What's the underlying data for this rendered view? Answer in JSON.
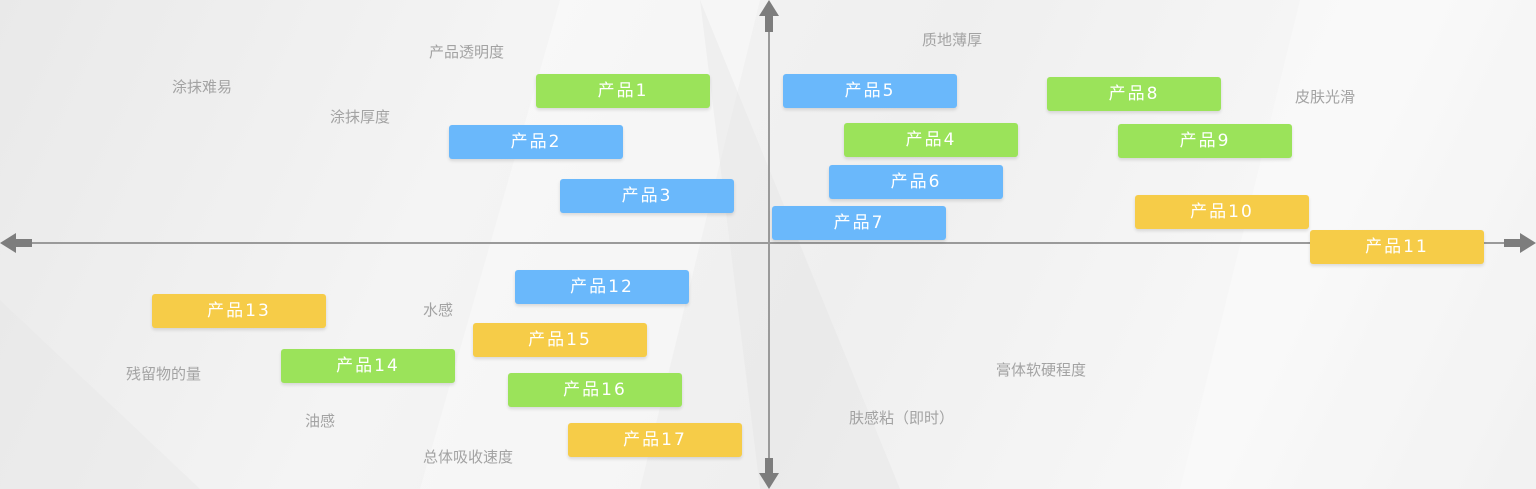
{
  "colors": {
    "green": "#9be35a",
    "blue": "#6ab8fb",
    "yellow": "#f6cc48",
    "axis": "#8a8a8a",
    "label": "#a3a3a3"
  },
  "attributes": {
    "product_transparency": "产品透明度",
    "spread_ease": "涂抹难易",
    "spread_thickness": "涂抹厚度",
    "texture_thickness": "质地薄厚",
    "skin_smoothness": "皮肤光滑",
    "water_feel": "水感",
    "residue_amount": "残留物的量",
    "oily_feel": "油感",
    "absorb_speed": "总体吸收速度",
    "paste_hardness": "膏体软硬程度",
    "skin_stickiness": "肤感粘（即时）"
  },
  "products": [
    {
      "label": "产品1",
      "color": "green"
    },
    {
      "label": "产品2",
      "color": "blue"
    },
    {
      "label": "产品3",
      "color": "blue"
    },
    {
      "label": "产品4",
      "color": "green"
    },
    {
      "label": "产品5",
      "color": "blue"
    },
    {
      "label": "产品6",
      "color": "blue"
    },
    {
      "label": "产品7",
      "color": "blue"
    },
    {
      "label": "产品8",
      "color": "green"
    },
    {
      "label": "产品9",
      "color": "green"
    },
    {
      "label": "产品10",
      "color": "yellow"
    },
    {
      "label": "产品11",
      "color": "yellow"
    },
    {
      "label": "产品12",
      "color": "blue"
    },
    {
      "label": "产品13",
      "color": "yellow"
    },
    {
      "label": "产品14",
      "color": "green"
    },
    {
      "label": "产品15",
      "color": "yellow"
    },
    {
      "label": "产品16",
      "color": "green"
    },
    {
      "label": "产品17",
      "color": "yellow"
    }
  ]
}
